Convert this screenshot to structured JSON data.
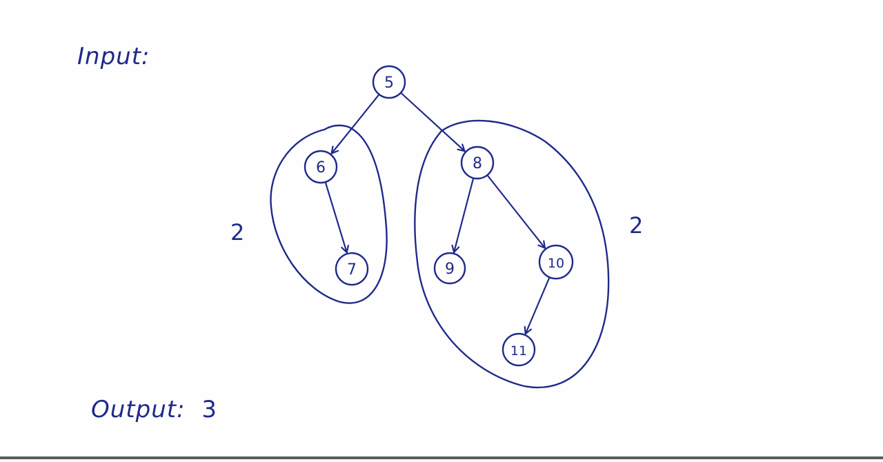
{
  "input_label": "Input:",
  "output_label": "Output:",
  "output_value": "3",
  "ink_color": "#1f2a8a",
  "tree": {
    "nodes": [
      {
        "id": "5",
        "label": "5"
      },
      {
        "id": "6",
        "label": "6"
      },
      {
        "id": "8",
        "label": "8"
      },
      {
        "id": "7",
        "label": "7"
      },
      {
        "id": "9",
        "label": "9"
      },
      {
        "id": "10",
        "label": "10"
      },
      {
        "id": "11",
        "label": "11"
      }
    ],
    "edges": [
      {
        "from": "5",
        "to": "6"
      },
      {
        "from": "5",
        "to": "8"
      },
      {
        "from": "6",
        "to": "7"
      },
      {
        "from": "8",
        "to": "9"
      },
      {
        "from": "8",
        "to": "10"
      },
      {
        "from": "10",
        "to": "11"
      }
    ]
  },
  "groups": [
    {
      "name": "left-subtree",
      "label": "2",
      "members": [
        "6",
        "7"
      ]
    },
    {
      "name": "right-subtree",
      "label": "2",
      "members": [
        "8",
        "9",
        "10",
        "11"
      ]
    }
  ]
}
